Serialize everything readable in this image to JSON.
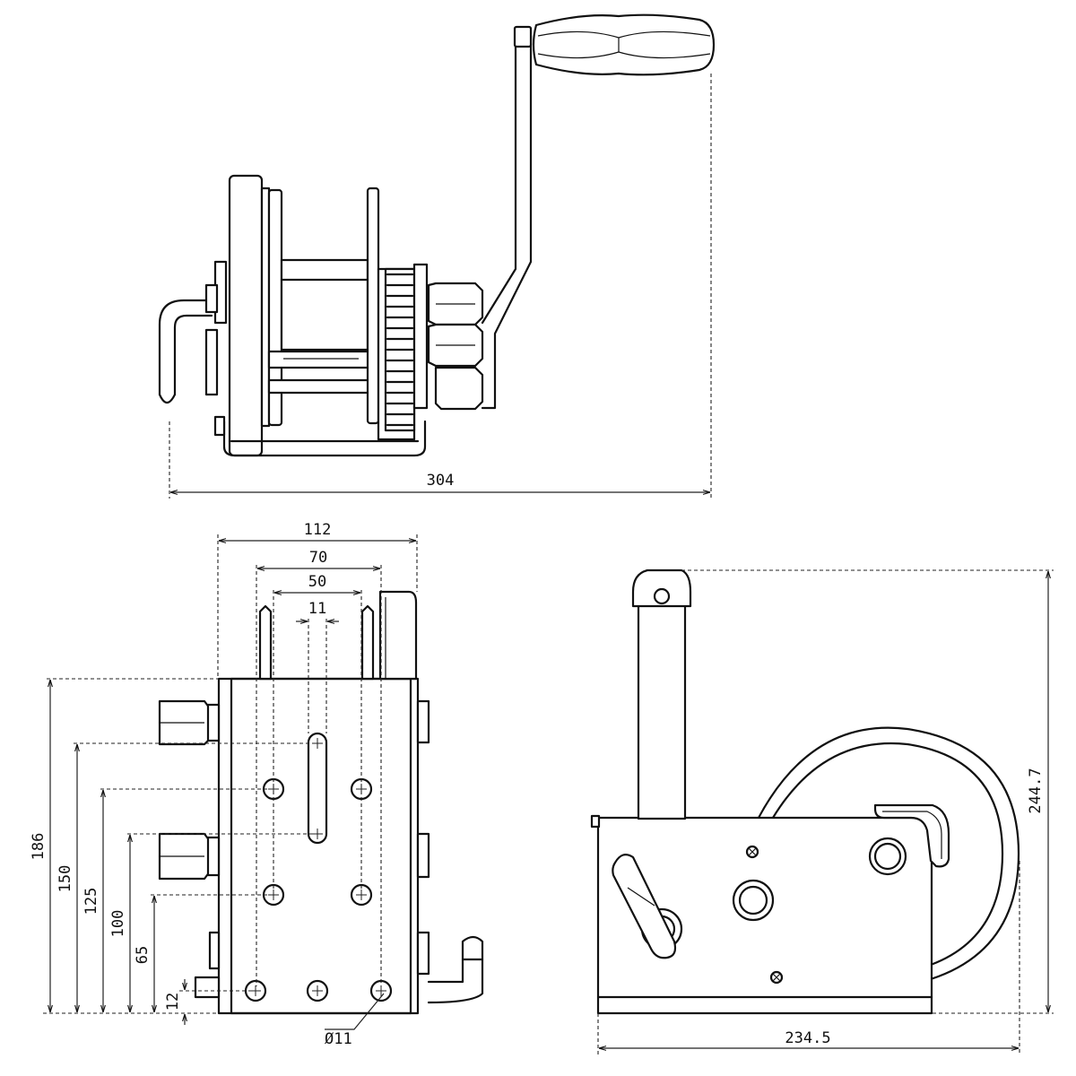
{
  "dimensions": {
    "overall_length": "304",
    "frame_width": "112",
    "drum_width": "70",
    "bolt_spacing": "50",
    "slot_width": "11",
    "height_186": "186",
    "height_150": "150",
    "height_125": "125",
    "height_100": "100",
    "height_65": "65",
    "height_12": "12",
    "hole_diameter": "Ø11",
    "side_length": "234.5",
    "side_height": "244.7"
  }
}
